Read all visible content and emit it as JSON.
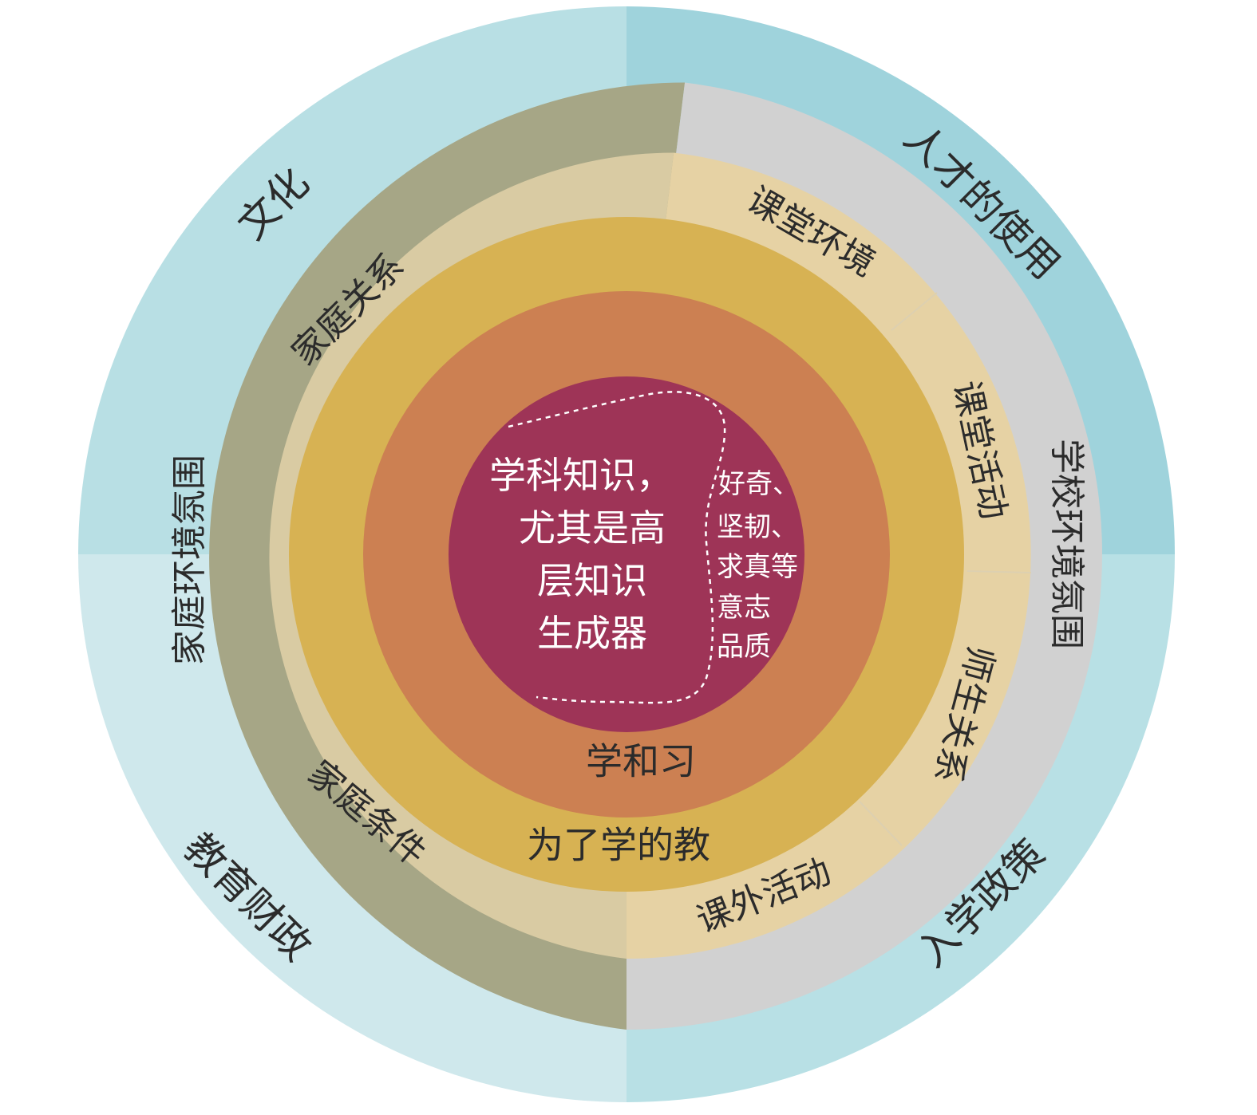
{
  "outer_ring": {
    "culture": "文化",
    "talent_use": "人才的使用",
    "education_finance": "教育财政",
    "admission_policy": "入学政策"
  },
  "family_ring": {
    "family_atmosphere": "家庭环境氛围"
  },
  "school_ring": {
    "school_atmosphere": "学校环境氛围"
  },
  "family_sub_ring": {
    "family_relations": "家庭关系",
    "family_conditions": "家庭条件"
  },
  "school_sub_ring": {
    "classroom_environment": "课堂环境",
    "classroom_activities": "课堂活动",
    "teacher_student_relations": "师生关系",
    "extracurricular_activities": "课外活动"
  },
  "teaching_ring": {
    "label": "为了学的教"
  },
  "learning_ring": {
    "label": "学和习"
  },
  "core": {
    "knowledge_lines": [
      "学科知识，",
      "尤其是高",
      "层知识",
      "生成器"
    ],
    "will_lines": [
      "好奇、",
      "坚韧、",
      "求真等",
      "意志",
      "品质"
    ]
  },
  "colors": {
    "outer_top_left": "#b8dfe4",
    "outer_top_right": "#9fd3dc",
    "outer_bottom_left": "#cfe8ec",
    "outer_bottom_right": "#b8e0e5",
    "family_ring": "#a6a686",
    "school_ring": "#d1d1d1",
    "family_sub_ring": "#d9cba3",
    "school_sub_ring": "#e6d2a4",
    "teaching_ring": "#d7b253",
    "learning_ring": "#cc8052",
    "core": "#9e3457"
  }
}
